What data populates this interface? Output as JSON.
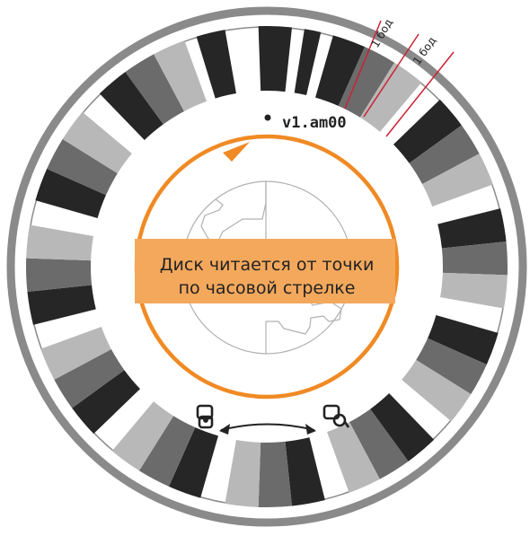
{
  "colors": {
    "outer_ring": "#8a8a8a",
    "black": "#262626",
    "dark_gray": "#6b6b6b",
    "light_gray": "#b8b8b8",
    "white": "#ffffff",
    "orange": "#f08a24",
    "banner": "#f3a85c",
    "marker_line": "#cc2233",
    "key_outline": "#b0b0b0"
  },
  "disk": {
    "id_label": "v1.am00",
    "banner_line1": "Диск читается от точки",
    "banner_line2": "по часовой стрелке"
  },
  "baud_labels": [
    "1 бод",
    "1 бод"
  ],
  "icons": {
    "left": "lock-open-icon",
    "right": "lock-key-icon",
    "start_dot": "start-dot-icon",
    "arrow": "clockwise-arrow-icon",
    "swap": "double-arrow-icon"
  }
}
